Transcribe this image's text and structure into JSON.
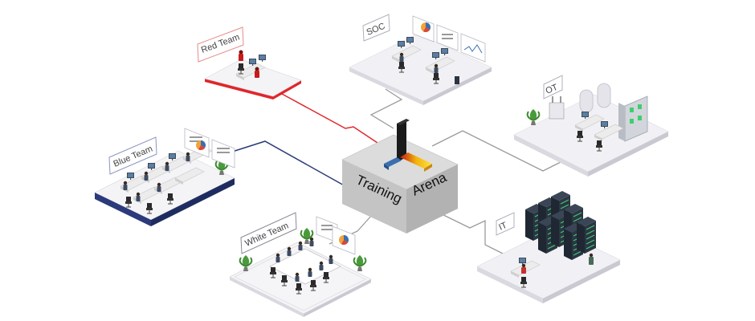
{
  "hub": {
    "line1": "Training",
    "line2": "Arena"
  },
  "zones": {
    "red_team": "Red Team",
    "soc": "SOC",
    "ot": "OT",
    "blue_team": "Blue Team",
    "white_team": "White Team",
    "it": "IT"
  },
  "colors": {
    "red_team": "#e0262a",
    "blue_team": "#2b3a7a",
    "connector_gray": "#9a9a9a",
    "platform_top": "#f1f1f5",
    "platform_side": "#d9d9e0",
    "hub_top": "#dcdcdc",
    "hub_left": "#c4c4c4",
    "hub_right": "#b2b2b2"
  }
}
